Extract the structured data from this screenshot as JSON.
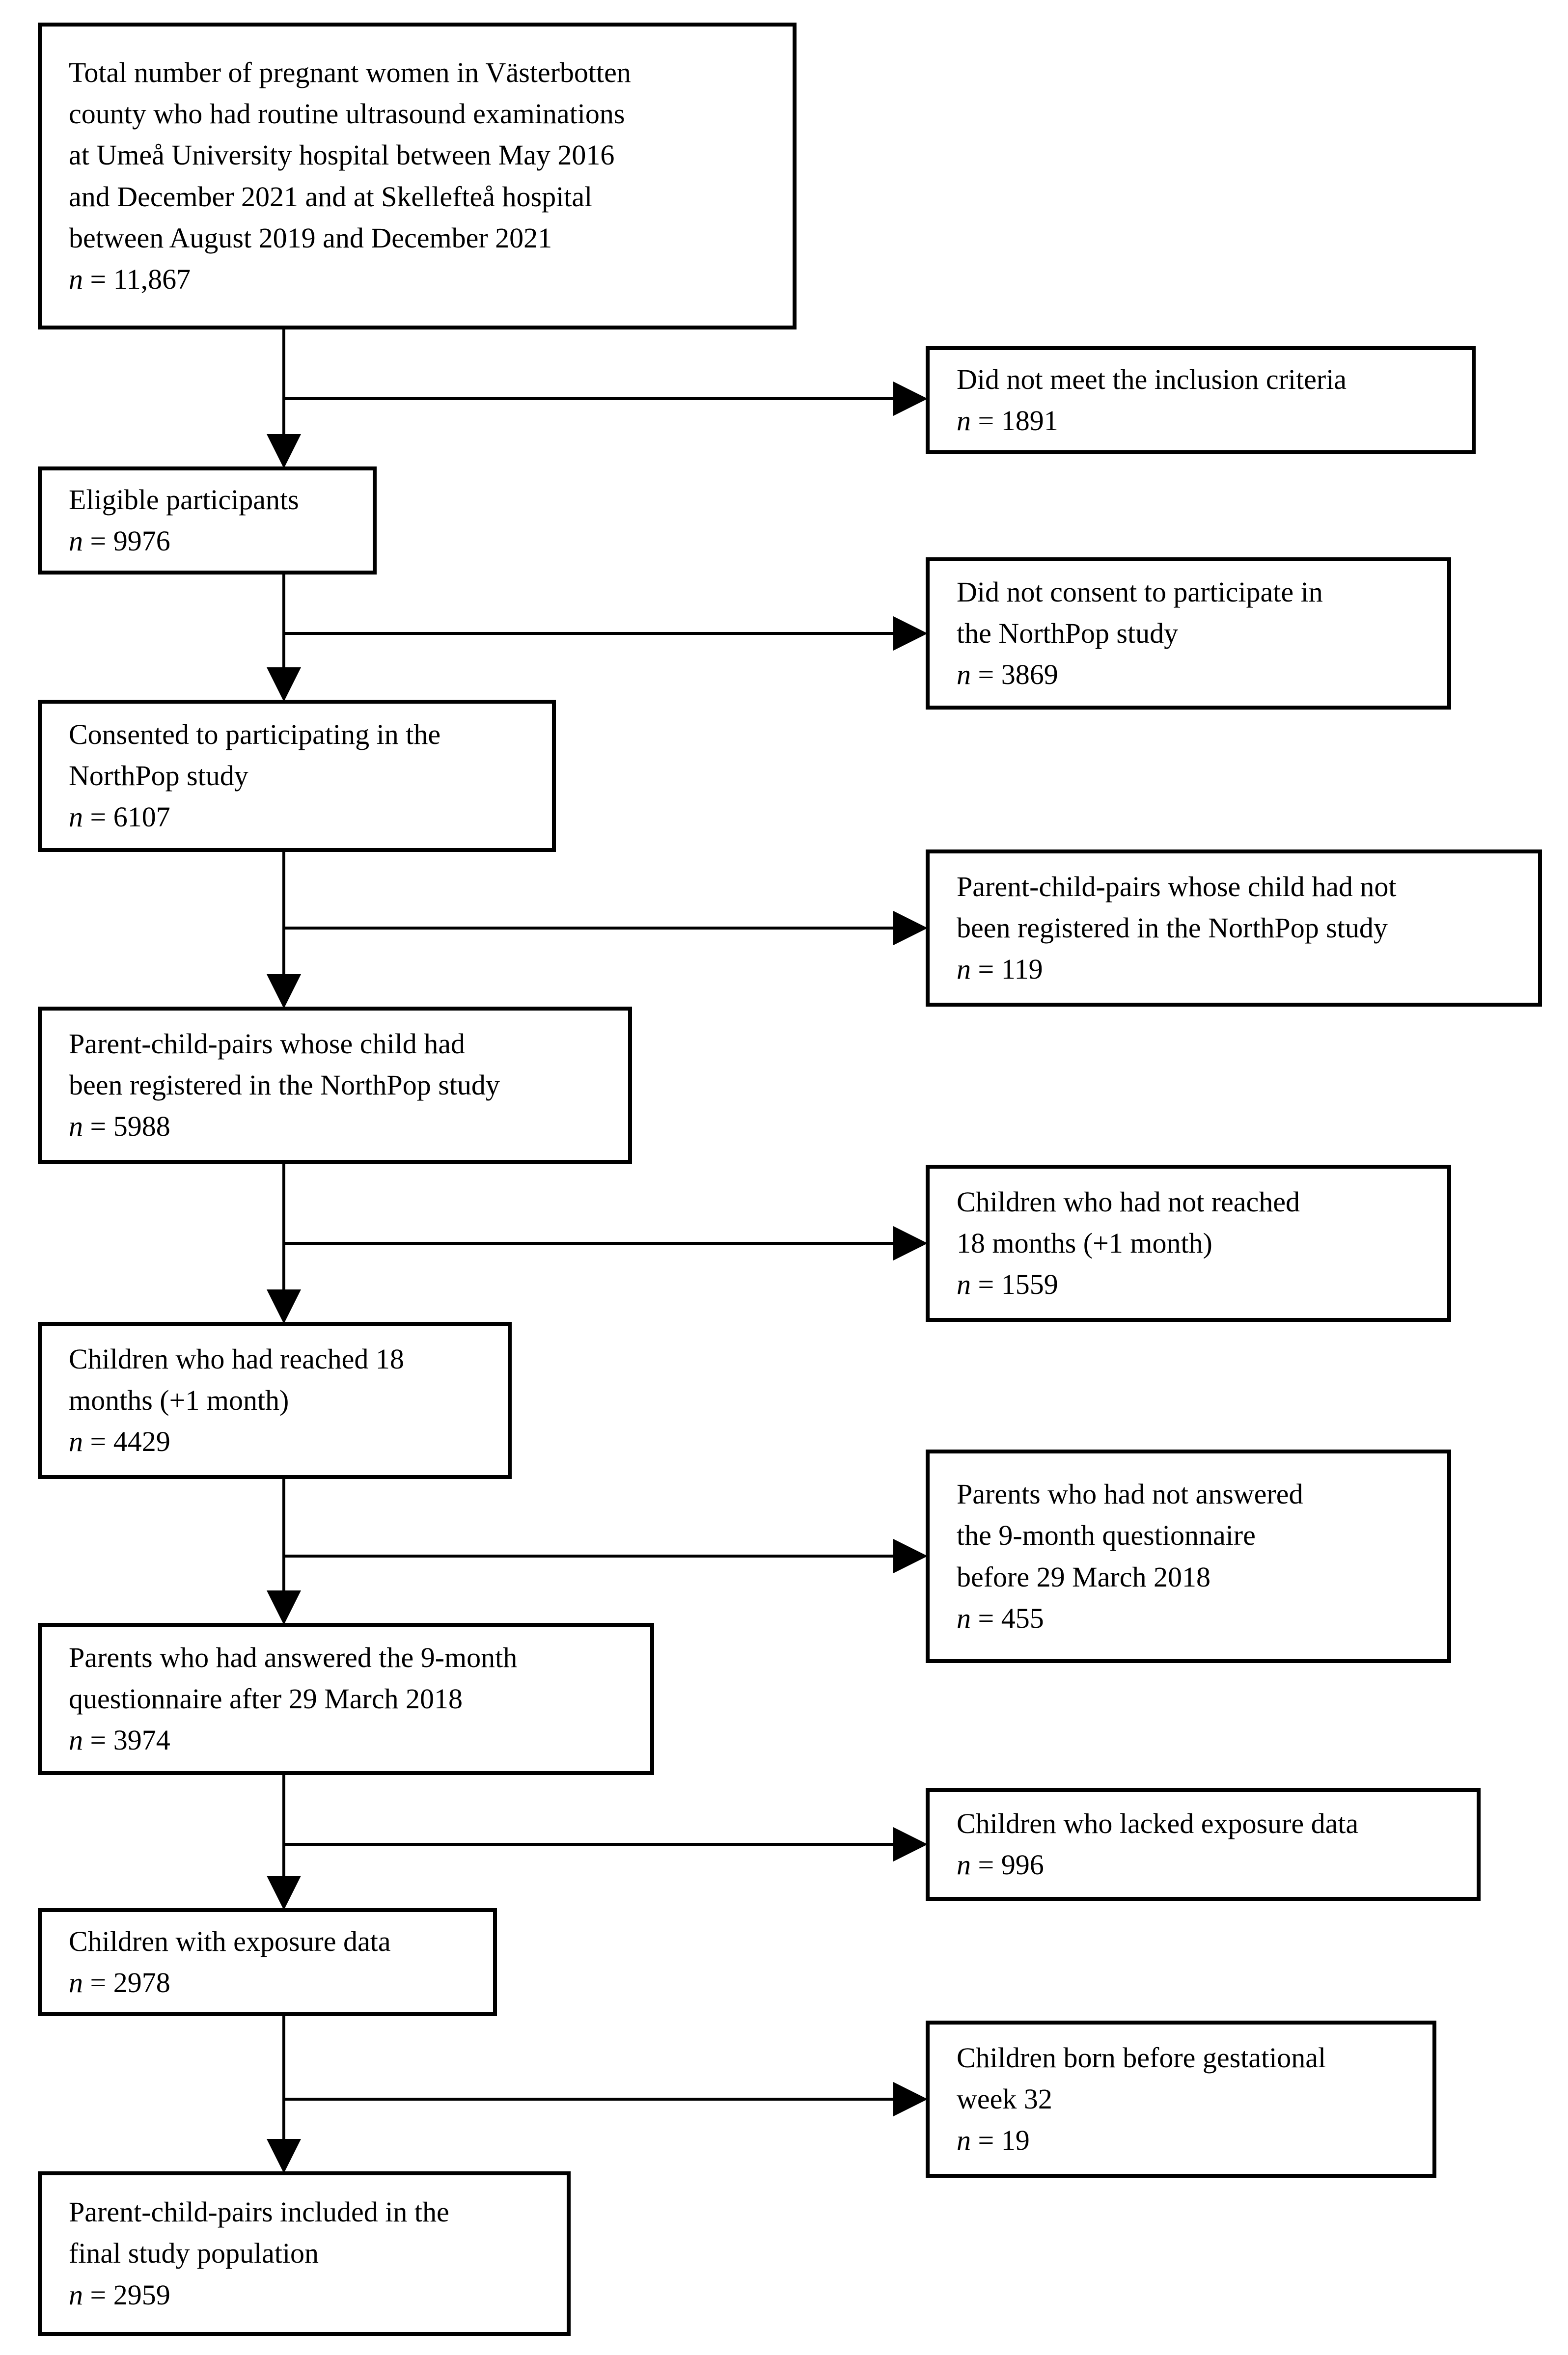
{
  "labels": {
    "n": "n",
    "eq": " = "
  },
  "flow": {
    "left": [
      {
        "text": "Total number of pregnant women in Västerbotten\ncounty who had routine ultrasound examinations\nat Umeå University hospital between May 2016\nand December 2021 and at Skellefteå hospital\nbetween August 2019 and December 2021",
        "n": "11,867"
      },
      {
        "text": "Eligible participants",
        "n": "9976"
      },
      {
        "text": "Consented to participating in the\nNorthPop study",
        "n": "6107"
      },
      {
        "text": "Parent-child-pairs whose child had\nbeen registered in the NorthPop study",
        "n": "5988"
      },
      {
        "text": "Children who had reached 18\nmonths (+1 month)",
        "n": "4429"
      },
      {
        "text": "Parents who had answered the 9-month\nquestionnaire after 29 March 2018",
        "n": "3974"
      },
      {
        "text": "Children with exposure data",
        "n": "2978"
      },
      {
        "text": "Parent-child-pairs included in the\nfinal study population",
        "n": "2959"
      }
    ],
    "right": [
      {
        "text": "Did not meet the inclusion criteria",
        "n": "1891"
      },
      {
        "text": "Did not consent to participate in\nthe NorthPop study",
        "n": "3869"
      },
      {
        "text": "Parent-child-pairs whose child had not\nbeen registered in the NorthPop study",
        "n": "119"
      },
      {
        "text": "Children who had not reached\n18 months (+1 month)",
        "n": "1559"
      },
      {
        "text": "Parents who had not answered\nthe 9-month questionnaire\nbefore 29 March 2018",
        "n": "455"
      },
      {
        "text": "Children who lacked exposure data",
        "n": "996"
      },
      {
        "text": "Children born before gestational\nweek 32",
        "n": "19"
      }
    ]
  }
}
